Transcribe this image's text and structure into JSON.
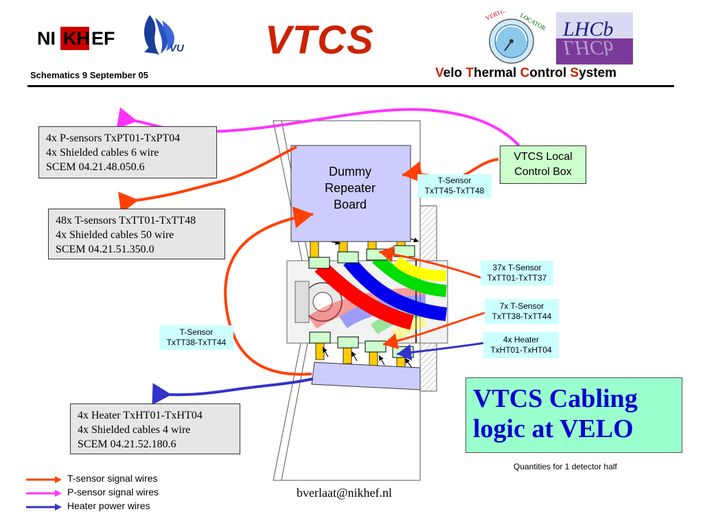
{
  "header": {
    "nikhef_logo_text": "NIKHEF",
    "vu_logo_text": "VU",
    "title": "VTCS",
    "date_line": "Schematics 9 September 05",
    "vertex_locator_logo_text": "VERTEX LOCATOR",
    "lhcb_logo_text": "LHCb",
    "subtitle_parts": [
      {
        "cap": "V",
        "rest": "elo "
      },
      {
        "cap": "T",
        "rest": "hermal "
      },
      {
        "cap": "C",
        "rest": "ontrol "
      },
      {
        "cap": "S",
        "rest": "ystem"
      }
    ]
  },
  "boxes": {
    "psensors": [
      "4x P-sensors TxPT01-TxPT04",
      "4x Shielded cables 6 wire",
      "SCEM 04.21.48.050.6"
    ],
    "tsensors": [
      "48x T-sensors TxTT01-TxTT48",
      "4x Shielded cables 50 wire",
      "SCEM 04.21.51.350.0"
    ],
    "heaters": [
      "4x Heater TxHT01-TxHT04",
      "4x Shielded cables 4 wire",
      "SCEM 04.21.52.180.6"
    ],
    "local_control_box": [
      "VTCS Local",
      "Control Box"
    ],
    "dummy_board": [
      "Dummy",
      "Repeater",
      "Board"
    ]
  },
  "labels": {
    "tsensor_45_48": [
      "T-Sensor",
      "TxTT45-TxTT48"
    ],
    "tsensor_38_44_left": [
      "T-Sensor",
      "TxTT38-TxTT44"
    ],
    "tsensor_1_37": [
      "37x T-Sensor",
      "TxTT01-TxTT37"
    ],
    "tsensor_38_44_right": [
      "7x T-Sensor",
      "TxTT38-TxTT44"
    ],
    "heater_right": [
      "4x Heater",
      "TxHT01-TxHT04"
    ]
  },
  "cabling_title": [
    "VTCS Cabling",
    "logic at VELO"
  ],
  "quantities_note": "Quantities for 1 detector half",
  "legend": [
    {
      "label": "T-sensor signal wires",
      "color": "#ff4000"
    },
    {
      "label": "P-sensor signal wires",
      "color": "#ff33ff"
    },
    {
      "label": "Heater power wires",
      "color": "#3333cc"
    }
  ],
  "email": "bverlaat@nikhef.nl",
  "colors": {
    "title_red": "#cc2200",
    "t_wire": "#ff4000",
    "p_wire": "#ff33ff",
    "h_wire": "#3333cc",
    "board_fill": "#ccccff",
    "cabling_box_fill": "#99ffcc",
    "cabling_text": "#0000cc",
    "local_box_fill": "#ccffcc"
  }
}
